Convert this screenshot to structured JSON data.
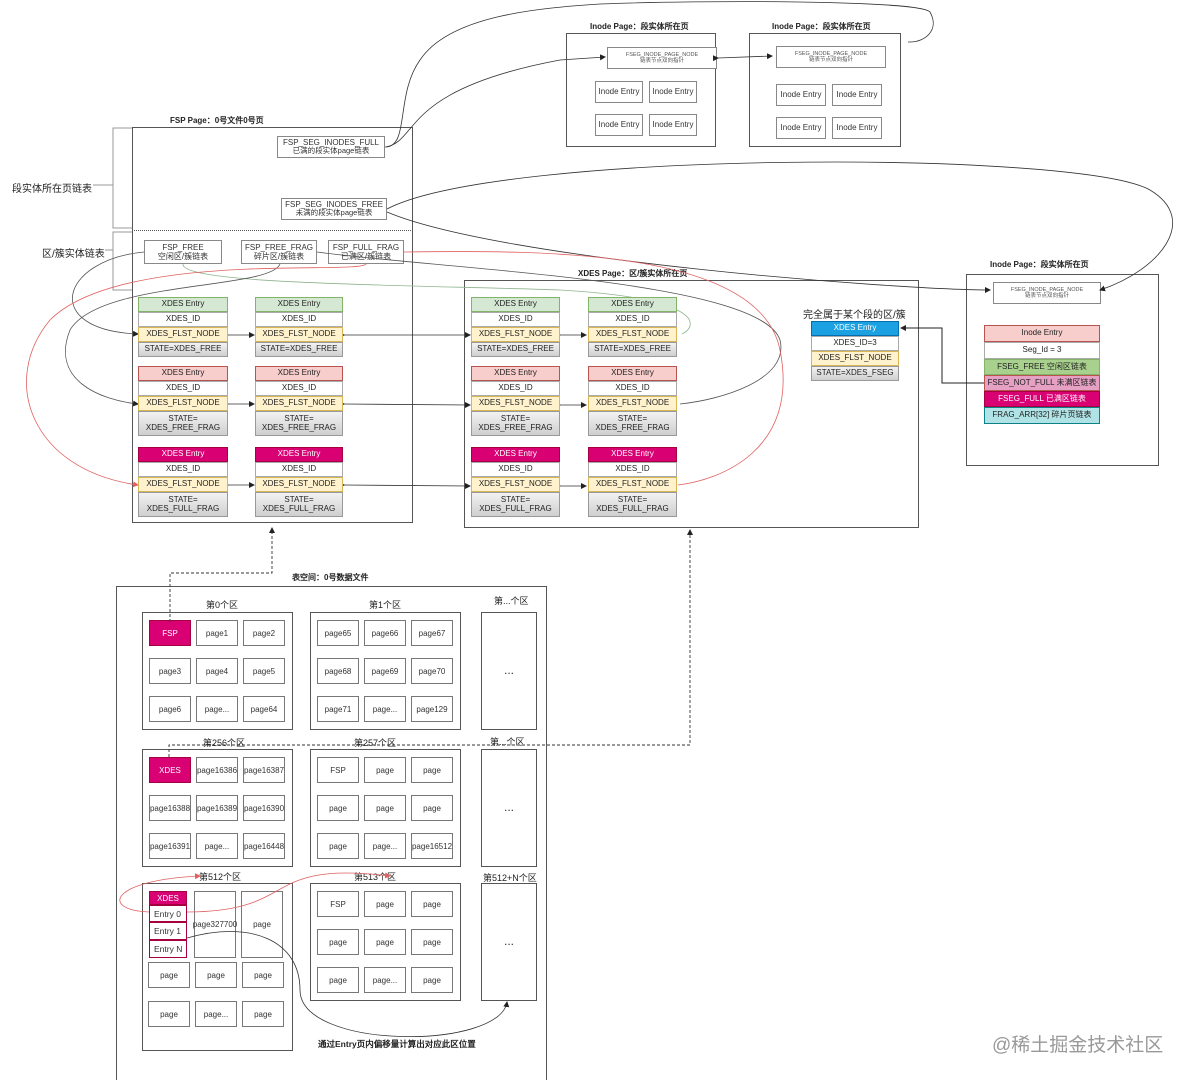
{
  "titles": {
    "inode_page_1": "Inode Page：段实体所在页",
    "inode_page_2": "Inode Page：段实体所在页",
    "inode_page_3": "Inode Page：段实体所在页",
    "fsp_page": "FSP Page：0号文件0号页",
    "xdes_page": "XDES Page：区/簇实体所在页",
    "tablespace": "表空间：0号数据文件"
  },
  "side_labels": {
    "segment_list": "段实体所在页链表",
    "extent_list": "区/簇实体链表",
    "full_extent": "完全属于某个段的区/簇"
  },
  "inode_node": {
    "name": "FSEG_INODE_PAGE_NODE",
    "desc": "链表节点双向指针"
  },
  "inode_entry_label": "Inode Entry",
  "fsp": {
    "inodes_full": {
      "name": "FSP_SEG_INODES_FULL",
      "desc": "已满的段实体page链表"
    },
    "inodes_free": {
      "name": "FSP_SEG_INODES_FREE",
      "desc": "未满的段实体page链表"
    },
    "lists": [
      {
        "name": "FSP_FREE",
        "desc": "空闲区/簇链表"
      },
      {
        "name": "FSP_FREE_FRAG",
        "desc": "碎片区/簇链表"
      },
      {
        "name": "FSP_FULL_FRAG",
        "desc": "已满区/簇链表"
      }
    ]
  },
  "xdes_entry": {
    "header": "XDES Entry",
    "id": "XDES_ID",
    "node": "XDES_FLST_NODE",
    "state_free": "STATE=XDES_FREE",
    "state_free_frag": [
      "STATE=",
      "XDES_FREE_FRAG"
    ],
    "state_full_frag": [
      "STATE=",
      "XDES_FULL_FRAG"
    ]
  },
  "fseg_xdes": {
    "header": "XDES Entry",
    "id": "XDES_ID=3",
    "node": "XDES_FLST_NODE",
    "state": "STATE=XDES_FSEG"
  },
  "inode_detail": {
    "header": "Inode Entry",
    "seg_id": "Seg_Id = 3",
    "free": "FSEG_FREE 空闲区链表",
    "not_full": "FSEG_NOT_FULL 未满区链表",
    "full": "FSEG_FULL 已满区链表",
    "frag": "FRAG_ARR[32] 碎片页链表"
  },
  "extents": {
    "e0": {
      "title": "第0个区",
      "pages": [
        "FSP",
        "page1",
        "page2",
        "page3",
        "page4",
        "page5",
        "page6",
        "page...",
        "page64"
      ]
    },
    "e1": {
      "title": "第1个区",
      "pages": [
        "page65",
        "page66",
        "page67",
        "page68",
        "page69",
        "page70",
        "page71",
        "page...",
        "page129"
      ]
    },
    "en1": {
      "title": "第...个区",
      "content": "..."
    },
    "e256": {
      "title": "第256个区",
      "pages": [
        "XDES",
        "page16386",
        "page16387",
        "page16388",
        "page16389",
        "page16390",
        "page16391",
        "page...",
        "page16448"
      ]
    },
    "e257": {
      "title": "第257个区",
      "pages": [
        "FSP",
        "page",
        "page",
        "page",
        "page",
        "page",
        "page",
        "page...",
        "page16512"
      ]
    },
    "en2": {
      "title": "第...个区",
      "content": "..."
    },
    "e512": {
      "title": "第512个区",
      "xdes": "XDES",
      "entries": [
        "Entry 0",
        "Entry 1",
        "Entry N"
      ],
      "big_page": "page327700",
      "page": "page",
      "pages": [
        "page",
        "page",
        "page",
        "page",
        "page...",
        "page"
      ]
    },
    "e513": {
      "title": "第513个区",
      "pages": [
        "FSP",
        "page",
        "page",
        "page",
        "page",
        "page",
        "page",
        "page...",
        "page"
      ]
    },
    "e512n": {
      "title": "第512+N个区",
      "content": "..."
    }
  },
  "offset_note": "通过Entry页内偏移量计算出对应此区位置",
  "watermark": "@稀土掘金技术社区"
}
